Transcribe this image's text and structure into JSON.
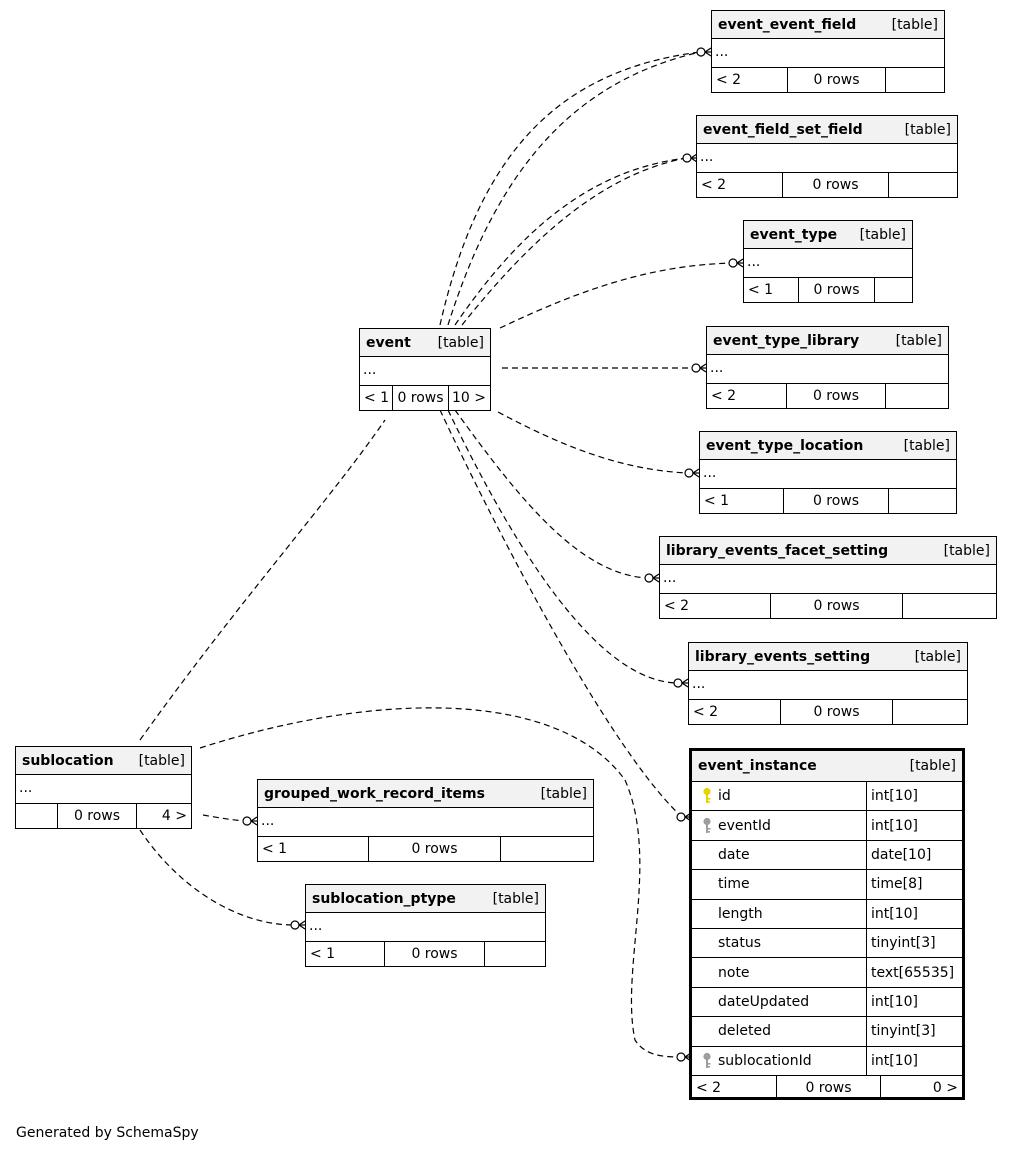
{
  "diagram": {
    "generator_text": "Generated by SchemaSpy",
    "table_tag": "[table]",
    "ellipsis": "...",
    "colors": {
      "header_bg": "#f2f2f2",
      "line": "#000000",
      "pk_key": "#e6d400",
      "fk_key": "#9e9e9e"
    },
    "tables": {
      "event_event_field": {
        "name": "event_event_field",
        "parents": "< 2",
        "rows": "0 rows",
        "children": ""
      },
      "event_field_set_field": {
        "name": "event_field_set_field",
        "parents": "< 2",
        "rows": "0 rows",
        "children": ""
      },
      "event_type": {
        "name": "event_type",
        "parents": "< 1",
        "rows": "0 rows",
        "children": ""
      },
      "event": {
        "name": "event",
        "parents": "< 1",
        "rows": "0 rows",
        "children": "10 >"
      },
      "event_type_library": {
        "name": "event_type_library",
        "parents": "< 2",
        "rows": "0 rows",
        "children": ""
      },
      "event_type_location": {
        "name": "event_type_location",
        "parents": "< 1",
        "rows": "0 rows",
        "children": ""
      },
      "library_events_facet_setting": {
        "name": "library_events_facet_setting",
        "parents": "< 2",
        "rows": "0 rows",
        "children": ""
      },
      "library_events_setting": {
        "name": "library_events_setting",
        "parents": "< 2",
        "rows": "0 rows",
        "children": ""
      },
      "sublocation": {
        "name": "sublocation",
        "parents": "",
        "rows": "0 rows",
        "children": "4 >"
      },
      "grouped_work_record_items": {
        "name": "grouped_work_record_items",
        "parents": "< 1",
        "rows": "0 rows",
        "children": ""
      },
      "sublocation_ptype": {
        "name": "sublocation_ptype",
        "parents": "< 1",
        "rows": "0 rows",
        "children": ""
      },
      "event_instance": {
        "name": "event_instance",
        "parents": "< 2",
        "rows": "0 rows",
        "children": "0 >",
        "columns": [
          {
            "name": "id",
            "type": "int[10]",
            "key": "primary-key-icon"
          },
          {
            "name": "eventId",
            "type": "int[10]",
            "key": "foreign-key-icon"
          },
          {
            "name": "date",
            "type": "date[10]",
            "key": ""
          },
          {
            "name": "time",
            "type": "time[8]",
            "key": ""
          },
          {
            "name": "length",
            "type": "int[10]",
            "key": ""
          },
          {
            "name": "status",
            "type": "tinyint[3]",
            "key": ""
          },
          {
            "name": "note",
            "type": "text[65535]",
            "key": ""
          },
          {
            "name": "dateUpdated",
            "type": "int[10]",
            "key": ""
          },
          {
            "name": "deleted",
            "type": "tinyint[3]",
            "key": ""
          },
          {
            "name": "sublocationId",
            "type": "int[10]",
            "key": "foreign-key-icon"
          }
        ]
      }
    }
  }
}
